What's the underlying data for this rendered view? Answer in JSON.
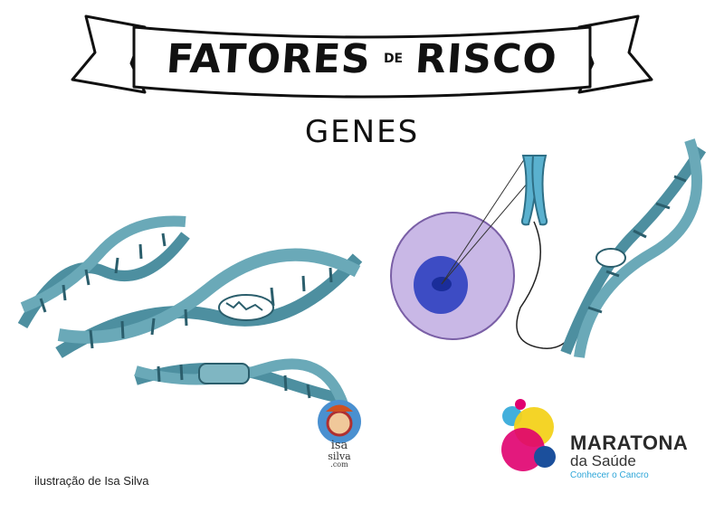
{
  "title": {
    "word1": "FATORES",
    "connector": "DE",
    "word2": "RISCO"
  },
  "subtitle": "GENES",
  "credit": "ilustração de Isa Silva",
  "signature": {
    "line1": "isa",
    "line2": "silva",
    "line3": ".com"
  },
  "logo": {
    "name": "MARATONA",
    "subname": "da Saúde",
    "tagline": "Conhecer o Cancro",
    "colors": [
      "#f3d21b",
      "#e0006f",
      "#2ea6d8",
      "#1b4f9c"
    ]
  },
  "palette": {
    "dna": "#4d8fa0",
    "dna_dark": "#2b5e6c",
    "cell": "#c9b8e6",
    "nucleus": "#3d4cc4",
    "chromosome": "#5ab1cf"
  }
}
